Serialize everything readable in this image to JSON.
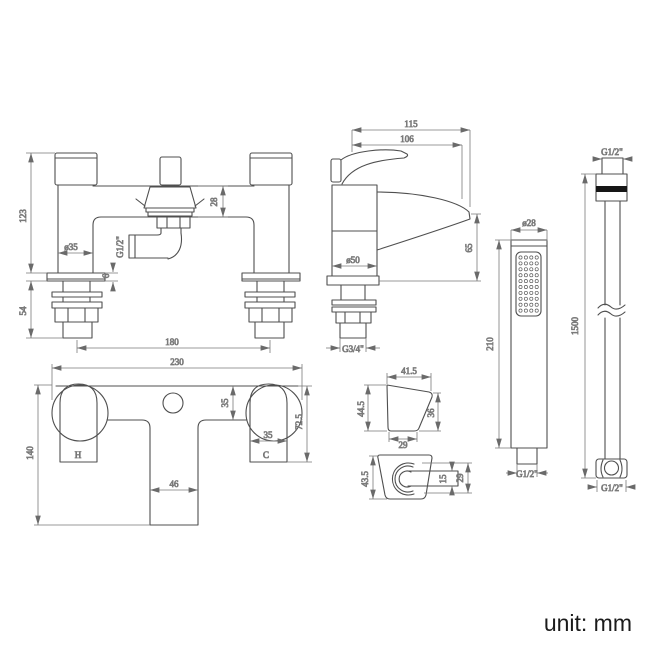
{
  "unit_label": "unit: mm",
  "front_view": {
    "overall_height": "123",
    "shank_length": "54",
    "pillar_diameter": "ø35",
    "shower_outlet_thread": "G1/2\"",
    "body_height": "28",
    "base_thickness": "6",
    "inlet_centres": "180"
  },
  "side_view": {
    "overall_projection": "115",
    "spout_projection": "106",
    "spout_height": "65",
    "base_diameter": "ø50",
    "inlet_thread": "G3/4\""
  },
  "handset": {
    "head_diameter": "ø28",
    "length": "210",
    "thread": "G1/2\""
  },
  "hose": {
    "top_thread": "G1/2\"",
    "length": "1500",
    "bottom_thread": "G1/2\""
  },
  "top_view": {
    "overall_width": "230",
    "overall_depth": "140",
    "body_depth": "35",
    "handle_drop": "72.5",
    "handle_width": "35",
    "spout_width": "46",
    "hot": "H",
    "cold": "C"
  },
  "bracket_side": {
    "top_width": "41.5",
    "front_height": "44.5",
    "back_height": "36",
    "base_width": "29"
  },
  "bracket_front": {
    "height": "43.5",
    "slot_height": "15",
    "depth": "29"
  }
}
